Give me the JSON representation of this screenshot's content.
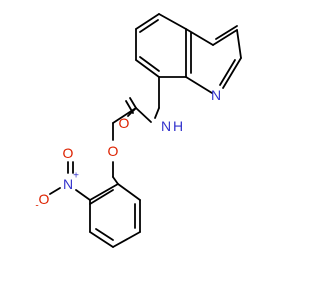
{
  "molecule": {
    "atom_labels": {
      "n_quinoline": "N",
      "nh": "N",
      "nh_h": "H",
      "o_carbonyl": "O",
      "o_ether": "O",
      "n_nitro": "N",
      "n_nitro_charge": "+",
      "o_nitro_top": "O",
      "o_nitro_left": "O",
      "o_nitro_left_charge": "-"
    },
    "colors": {
      "bond": "#000000",
      "nitrogen": "#3333cc",
      "oxygen": "#dd2200"
    }
  }
}
